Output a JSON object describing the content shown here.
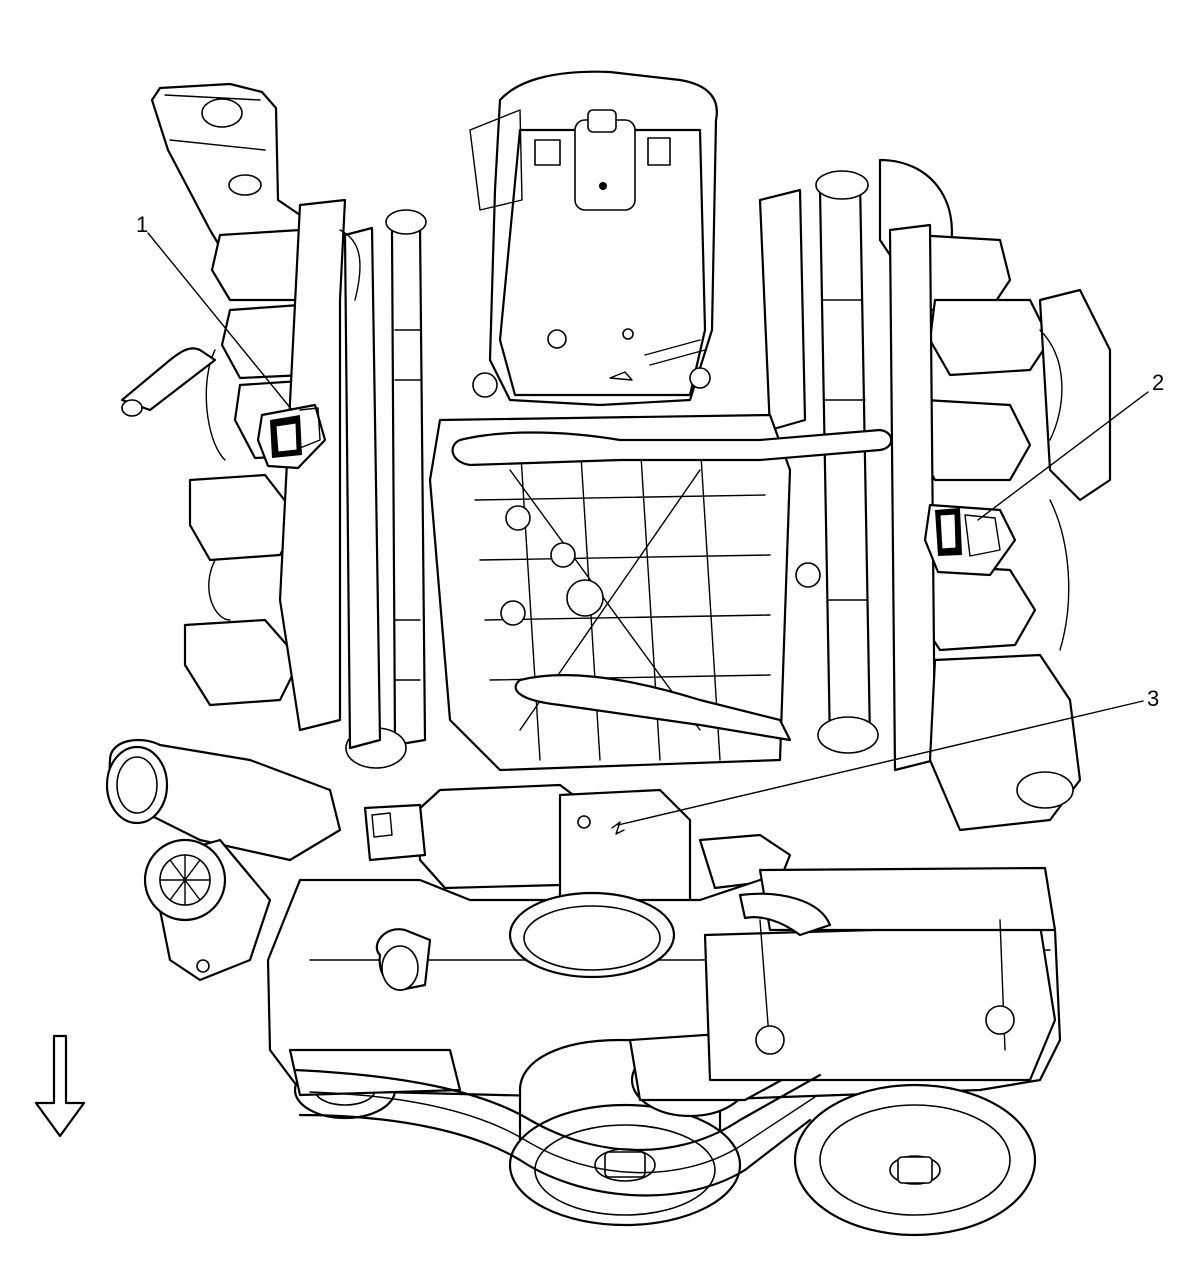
{
  "figure": {
    "callouts": [
      {
        "id": "callout-1",
        "label": "1"
      },
      {
        "id": "callout-2",
        "label": "2"
      },
      {
        "id": "callout-3",
        "label": "3"
      }
    ],
    "direction_arrow_icon": "down-arrow-icon"
  }
}
